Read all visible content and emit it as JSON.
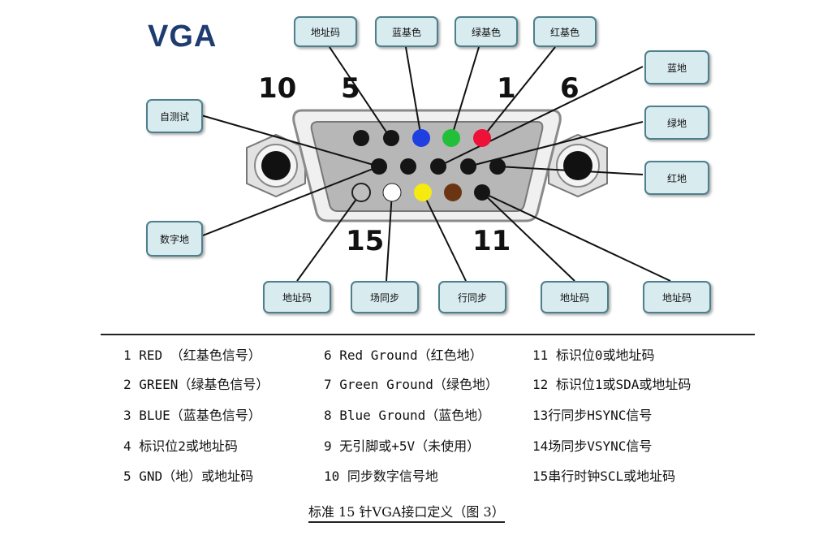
{
  "title": "VGA",
  "callouts": {
    "top_addr": "地址码",
    "top_blue": "蓝基色",
    "top_green": "绿基色",
    "top_red": "红基色",
    "right_blue_gnd": "蓝地",
    "right_green_gnd": "绿地",
    "right_red_gnd": "红地",
    "left_selftest": "自测试",
    "left_digital_gnd": "数字地",
    "bottom_addr_1": "地址码",
    "bottom_vsync": "场同步",
    "bottom_hsync": "行同步",
    "bottom_addr_2": "地址码",
    "bottom_addr_3": "地址码"
  },
  "pin_numbers": {
    "n10": "10",
    "n5": "5",
    "n1": "1",
    "n6": "6",
    "n15": "15",
    "n11": "11"
  },
  "pin_colors": {
    "blue": "#1f3fe0",
    "green": "#22c03a",
    "red": "#ee1238",
    "white": "#ffffff",
    "yellow": "#f6ea10",
    "brown": "#6b3514",
    "grey": "#bfbfbf",
    "black": "#151515"
  },
  "table": {
    "col1": [
      "1 RED  （红基色信号）",
      "2 GREEN（绿基色信号）",
      "3 BLUE（蓝基色信号）",
      "4 标识位2或地址码",
      "5 GND（地）或地址码"
    ],
    "col2": [
      "6 Red Ground（红色地）",
      "7 Green Ground（绿色地）",
      "8 Blue Ground（蓝色地）",
      "9 无引脚或+5V（未使用）",
      "10 同步数字信号地"
    ],
    "col3": [
      "11 标识位0或地址码",
      "12 标识位1或SDA或地址码",
      "13行同步HSYNC信号",
      "14场同步VSYNC信号",
      "15串行时钟SCL或地址码"
    ]
  },
  "caption": "标准 15 针VGA接口定义（图 3）"
}
